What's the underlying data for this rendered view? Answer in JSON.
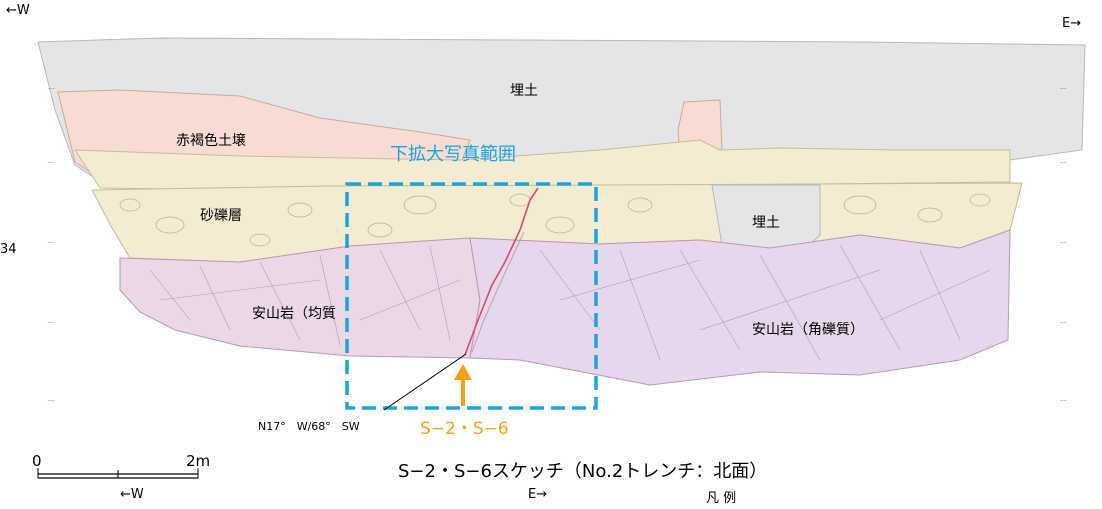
{
  "direction": {
    "west_top": "←W",
    "east_top": "E→",
    "west_bottom": "←W",
    "east_bottom": "E→"
  },
  "left_edge_number": "34",
  "layers": {
    "fill_top": "埋土",
    "fill_right": "埋土",
    "reddish_brown_soil": "赤褐色土壌",
    "gravel": "砂礫層",
    "andesite_homogeneous": "安山岩（均質",
    "andesite_brecciated": "安山岩（角礫質）"
  },
  "photo_range_label": "下拡大写真範囲",
  "fault": {
    "attitude": "N17°　W/68°　SW",
    "name": "S−2・S−6"
  },
  "scale": {
    "zero": "0",
    "end": "2m"
  },
  "caption": "S−2・S−6スケッチ（No.2トレンチ：北面）",
  "legend_label": "凡 例",
  "colors": {
    "fill": "#e4e5e7",
    "soil": "#f7dcd4",
    "gravel": "#f3ecd2",
    "andesite": "#ecd7e8",
    "highlight": "#1aa3de",
    "arrow": "#f4a11a",
    "fault_line": "#d9486c"
  }
}
